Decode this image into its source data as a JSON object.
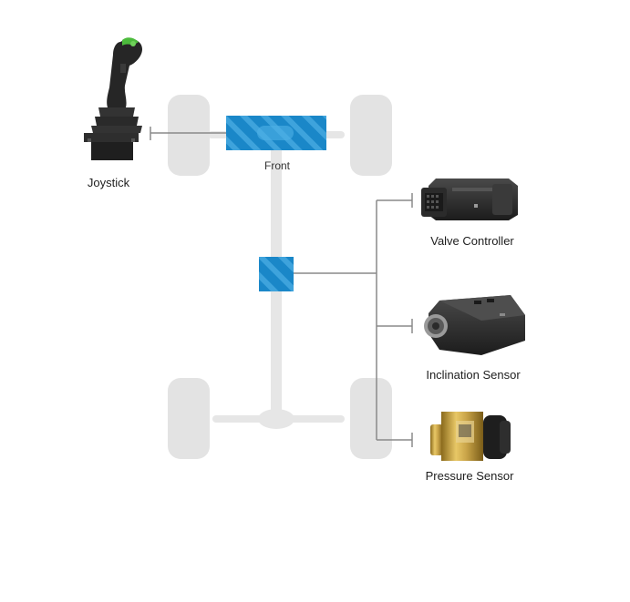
{
  "labels": {
    "front": "Front",
    "joystick": "Joystick",
    "valve_controller": "Valve Controller",
    "inclination_sensor": "Inclination Sensor",
    "pressure_sensor": "Pressure Sensor"
  },
  "colors": {
    "wheel": "#e3e3e3",
    "chassis": "#e6e6e6",
    "ecu_blue": "#1a87c8",
    "ecu_stripe": "#4fb1e6",
    "wire": "#8a8a8a",
    "device_dark": "#2a2a2a",
    "joystick_accent": "#4cbb3c",
    "sensor_brass": "#c9a448"
  },
  "icons": [
    "joystick-icon",
    "valve-controller-icon",
    "inclination-sensor-icon",
    "pressure-sensor-icon"
  ]
}
